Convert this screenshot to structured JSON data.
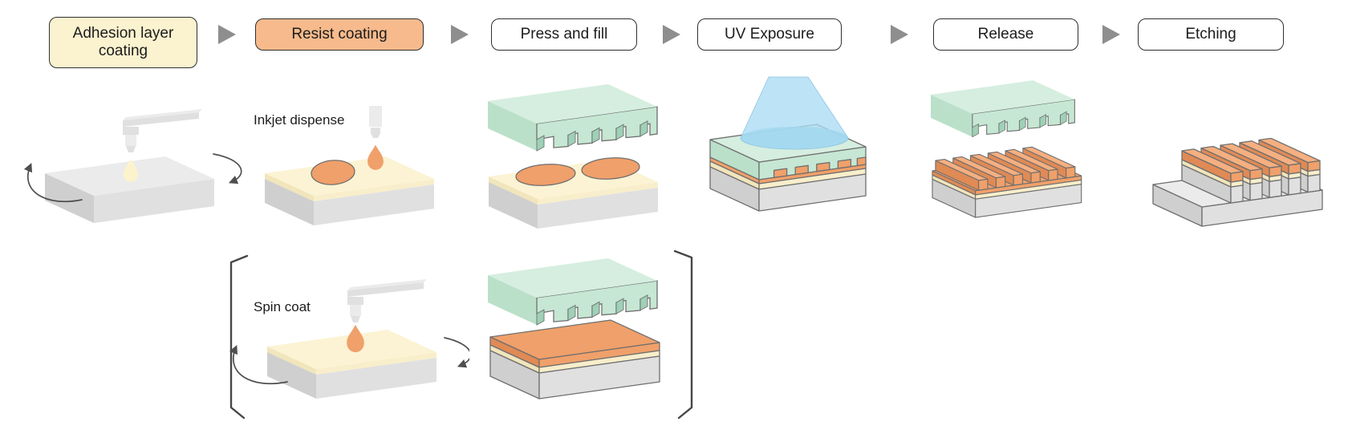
{
  "process_flow": {
    "steps": [
      {
        "label": "Adhesion layer coating"
      },
      {
        "label": "Resist coating"
      },
      {
        "label": "Press and fill"
      },
      {
        "label": "UV Exposure"
      },
      {
        "label": "Release"
      },
      {
        "label": "Etching"
      }
    ]
  },
  "annotations": {
    "inkjet_label": "Inkjet dispense",
    "spin_coat_label": "Spin coat"
  },
  "palette": {
    "text": "#1c1c1c",
    "box_border": "#2f2f2f",
    "step_adhesion_fill": "#FBF2CF",
    "step_resist_fill": "#F7BA8C",
    "step_default_fill": "#FFFFFF",
    "flow_arrow": "#8E8E8E",
    "outline": "#6F6F6F",
    "rot_arrow": "#4F4F4F",
    "bracket": "#474747",
    "sub_top": "#EBEBEB",
    "sub_front": "#E0E0E0",
    "sub_left": "#CFCFCF",
    "cream_top": "#FBF3D3",
    "cream_front": "#F8EECB",
    "cream_left": "#F1E5BB",
    "resist_top": "#F5AF80",
    "resist_mid": "#F0A06A",
    "resist_dark": "#E08A55",
    "mold_top": "#D5EEDF",
    "mold_front": "#C6E7D3",
    "mold_left": "#BBE0CA",
    "mold_recess": "#9ED1B6",
    "uv_cone": "#ABDBF4",
    "uv_spot": "#7FC9DC",
    "droplet_cream": "#FCF3CC"
  }
}
